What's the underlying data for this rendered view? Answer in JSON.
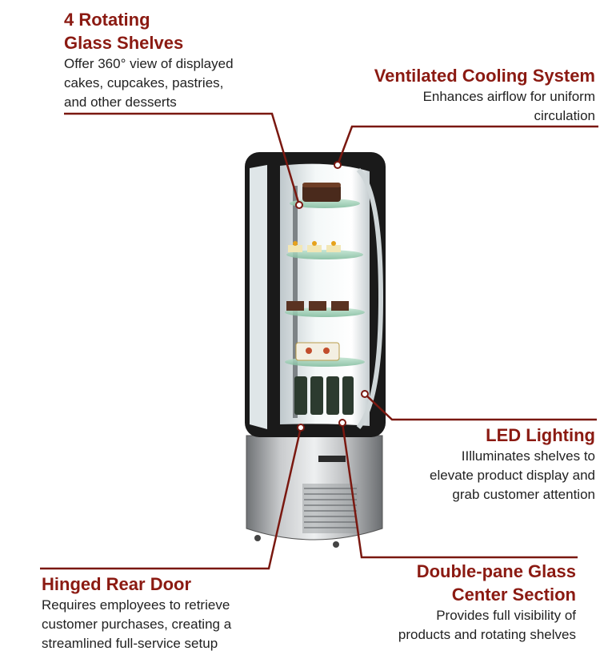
{
  "colors": {
    "accent": "#8b1a12",
    "leader": "#7a1810"
  },
  "callouts": {
    "shelves": {
      "title_line1": "4 Rotating",
      "title_line2": "Glass Shelves",
      "desc_line1": "Offer 360° view of displayed",
      "desc_line2": "cakes, cupcakes, pastries,",
      "desc_line3": "and other desserts"
    },
    "cooling": {
      "title": "Ventilated Cooling System",
      "desc_line1": "Enhances airflow for uniform",
      "desc_line2": "circulation"
    },
    "led": {
      "title": "LED Lighting",
      "desc_line1": "IIlluminates shelves to",
      "desc_line2": "elevate product display and",
      "desc_line3": "grab customer attention"
    },
    "door": {
      "title": "Hinged Rear Door",
      "desc_line1": "Requires employees to retrieve",
      "desc_line2": "customer purchases, creating a",
      "desc_line3": "streamlined full-service setup"
    },
    "glass": {
      "title_line1": "Double-pane Glass",
      "title_line2": "Center Section",
      "desc_line1": "Provides full visibility of",
      "desc_line2": "products and rotating shelves"
    }
  },
  "icons": [
    "display-case-image"
  ]
}
